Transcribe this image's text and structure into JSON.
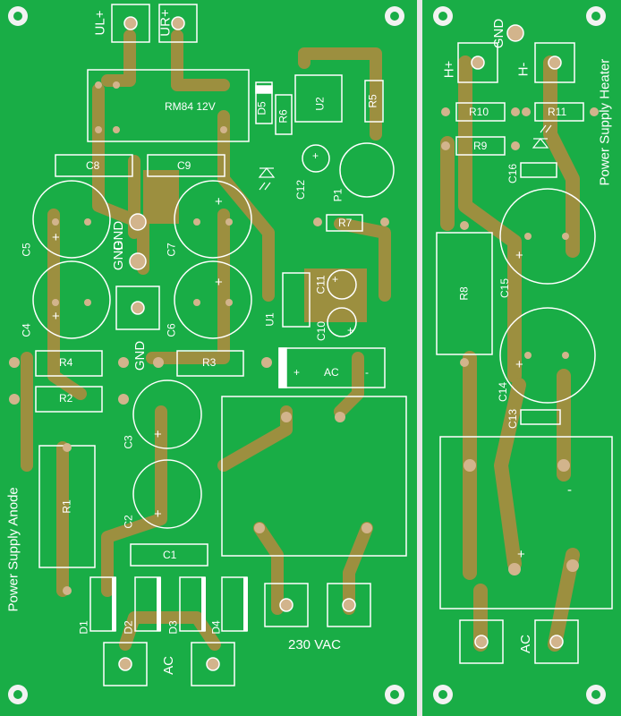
{
  "colors": {
    "board": "#19ad46",
    "copper": "#b48a3e",
    "silk": "#ffffff",
    "pad": "#d2b48c",
    "hole": "#0d6b2a"
  },
  "left_board": {
    "terminals": {
      "ul": "UL+",
      "ur": "UR+"
    },
    "relay": "RM84 12V",
    "parts": {
      "c8": "C8",
      "c9": "C9",
      "c5": "C5",
      "c7": "C7",
      "c4": "C4",
      "c6": "C6",
      "c3": "C3",
      "c2": "C2",
      "c1": "C1",
      "c10": "C10",
      "c11": "C11",
      "c12": "C12",
      "r1": "R1",
      "r2": "R2",
      "r3": "R3",
      "r4": "R4",
      "r5": "R5",
      "r6": "R6",
      "r7": "R7",
      "d5": "D5",
      "u1": "U1",
      "u2": "U2",
      "p1": "P1",
      "d1": "D1",
      "d2": "D2",
      "d3": "D3",
      "d4": "D4"
    },
    "gnd": "GND",
    "ac": "AC",
    "mains": "230 VAC",
    "title": "Power Supply Anode",
    "plus": "+",
    "minus": "-"
  },
  "right_board": {
    "gnd": "GND",
    "hplus": "H+",
    "hminus": "H-",
    "parts": {
      "r10": "R10",
      "r11": "R11",
      "r9": "R9",
      "r8": "R8",
      "c13": "C13",
      "c14": "C14",
      "c15": "C15",
      "c16": "C16"
    },
    "ac": "AC",
    "title": "Power Supply Heater",
    "plus": "+",
    "minus": "-"
  }
}
